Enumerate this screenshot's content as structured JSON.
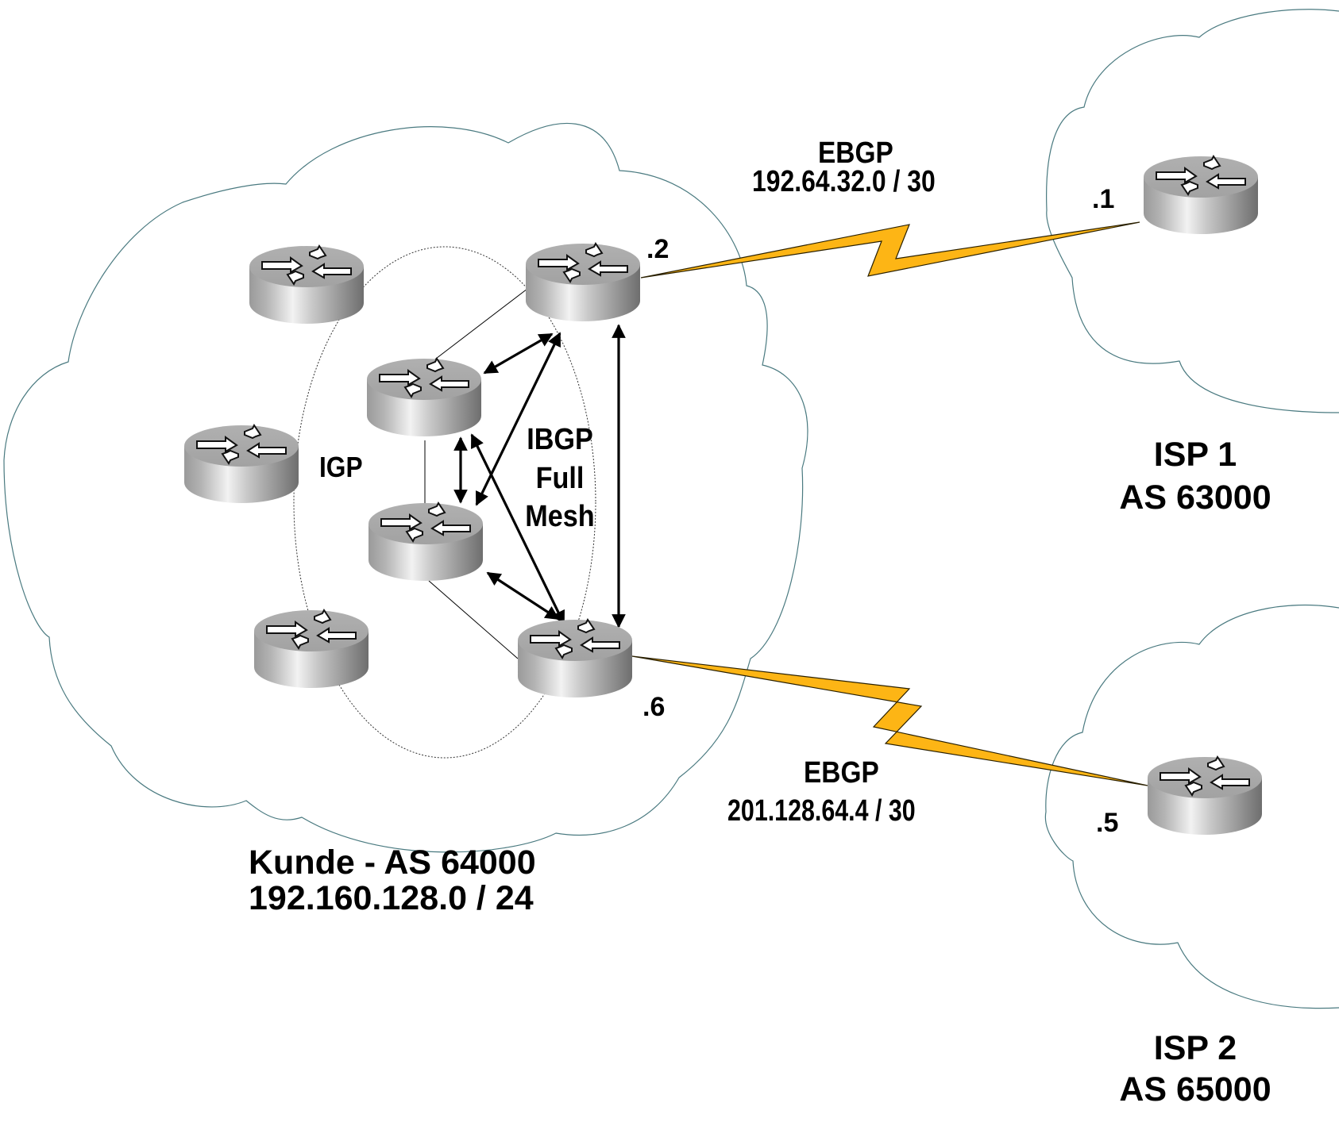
{
  "diagram": {
    "type": "network-topology",
    "colors": {
      "cloud_outline": "#4a7a80",
      "ebgp_link": "#fdb515",
      "ebgp_link_outline": "#2a2000",
      "ibgp_arrow": "#000000",
      "igp_line": "#000000",
      "igp_region": "#333333",
      "router_body": "#b8b8b8"
    },
    "clouds": [
      {
        "id": "customer-as",
        "title": "Kunde - AS 64000",
        "subtitle": "192.160.128.0 / 24"
      },
      {
        "id": "isp1",
        "title": "ISP 1",
        "subtitle": "AS 63000"
      },
      {
        "id": "isp2",
        "title": "ISP 2",
        "subtitle": "AS 65000"
      }
    ],
    "regions": {
      "igp_label": "IGP",
      "ibgp_label_lines": [
        "IBGP",
        "Full",
        "Mesh"
      ]
    },
    "routers": [
      {
        "id": "r-tl",
        "icon": "router-icon",
        "cloud": "customer-as",
        "address": ""
      },
      {
        "id": "r-edge1",
        "icon": "router-icon",
        "cloud": "customer-as",
        "address": ".2"
      },
      {
        "id": "r-mid1",
        "icon": "router-icon",
        "cloud": "customer-as",
        "address": ""
      },
      {
        "id": "r-left",
        "icon": "router-icon",
        "cloud": "customer-as",
        "address": ""
      },
      {
        "id": "r-mid2",
        "icon": "router-icon",
        "cloud": "customer-as",
        "address": ""
      },
      {
        "id": "r-bl",
        "icon": "router-icon",
        "cloud": "customer-as",
        "address": ""
      },
      {
        "id": "r-edge2",
        "icon": "router-icon",
        "cloud": "customer-as",
        "address": ".6"
      },
      {
        "id": "r-isp1",
        "icon": "router-icon",
        "cloud": "isp1",
        "address": ".1"
      },
      {
        "id": "r-isp2",
        "icon": "router-icon",
        "cloud": "isp2",
        "address": ".5"
      }
    ],
    "links": [
      {
        "type": "EBGP",
        "subnet": "192.64.32.0 / 30",
        "from": "r-edge1",
        "to": "r-isp1",
        "style": "serial-lightning"
      },
      {
        "type": "EBGP",
        "subnet": "201.128.64.4 / 30",
        "from": "r-edge2",
        "to": "r-isp2",
        "style": "serial-lightning"
      },
      {
        "type": "IGP",
        "from": "r-mid1",
        "to": "r-edge1",
        "style": "thin-line"
      },
      {
        "type": "IGP",
        "from": "r-mid1",
        "to": "r-mid2",
        "style": "thin-line"
      },
      {
        "type": "IGP",
        "from": "r-mid2",
        "to": "r-edge2",
        "style": "thin-line"
      },
      {
        "type": "IBGP",
        "from": "r-mid1",
        "to": "r-edge1",
        "style": "double-arrow"
      },
      {
        "type": "IBGP",
        "from": "r-mid2",
        "to": "r-edge1",
        "style": "double-arrow"
      },
      {
        "type": "IBGP",
        "from": "r-mid1",
        "to": "r-mid2",
        "style": "double-arrow"
      },
      {
        "type": "IBGP",
        "from": "r-mid1",
        "to": "r-edge2",
        "style": "double-arrow"
      },
      {
        "type": "IBGP",
        "from": "r-mid2",
        "to": "r-edge2",
        "style": "double-arrow"
      },
      {
        "type": "IBGP",
        "from": "r-edge1",
        "to": "r-edge2",
        "style": "double-arrow"
      }
    ]
  },
  "labels": {
    "ebgp1_type": "EBGP",
    "ebgp1_subnet": "192.64.32.0 / 30",
    "ebgp2_type": "EBGP",
    "ebgp2_subnet": "201.128.64.4 / 30",
    "addr_edge1": ".2",
    "addr_edge2": ".6",
    "addr_isp1": ".1",
    "addr_isp2": ".5",
    "igp": "IGP",
    "ibgp_line1": "IBGP",
    "ibgp_line2": "Full",
    "ibgp_line3": "Mesh",
    "customer_title": "Kunde - AS 64000",
    "customer_subnet": "192.160.128.0 / 24",
    "isp1_title": "ISP 1",
    "isp1_as": "AS 63000",
    "isp2_title": "ISP 2",
    "isp2_as": "AS 65000"
  }
}
